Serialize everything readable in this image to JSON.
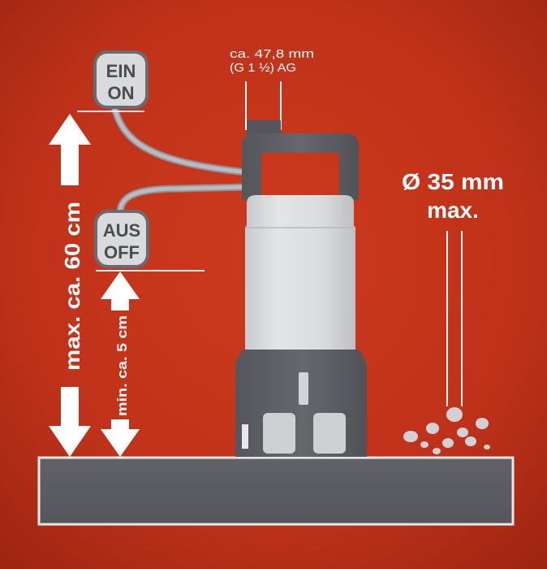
{
  "outlet": {
    "line1": "ca. 47,8 mm",
    "line2": "(G 1 ½) AG"
  },
  "switch_on": {
    "line1": "EIN",
    "line2": "ON"
  },
  "switch_off": {
    "line1": "AUS",
    "line2": "OFF"
  },
  "max_height_label": "max. ca. 60 cm",
  "min_height_label": "min. ca. 5 cm",
  "particle": {
    "line1": "Ø 35 mm",
    "line2": "max."
  },
  "colors": {
    "background_center": "#c8371c",
    "background_edge": "#9e2410",
    "ground": "#5c5d62",
    "pump_body": "#5f6065",
    "pump_shell": "#d8d9dc",
    "white": "#ffffff",
    "cable": "#9a9ca2"
  }
}
